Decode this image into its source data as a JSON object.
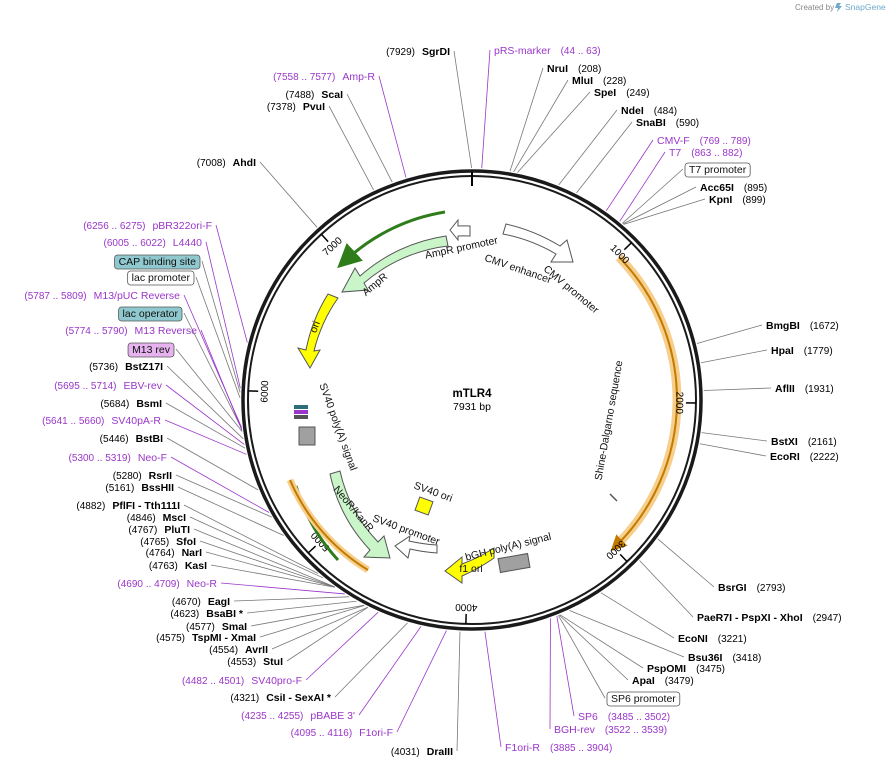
{
  "header": {
    "credit_prefix": "Created by",
    "credit_brand": "SnapGene"
  },
  "plasmid": {
    "name": "mTLR4",
    "size_label": "7931 bp",
    "length": 7931
  },
  "colors": {
    "backbone": "#1a1a1a",
    "primer": "#9a36c9",
    "promoter_fill": "#ffffff",
    "marker_fill": "#c9f5c9",
    "origin_fill": "#ffff00",
    "polyA_fill": "#a0a0a0",
    "orf_highlight": "#f7cf8c",
    "orf_arrow": "#c27a00"
  },
  "ruler_ticks": [
    {
      "pos": 1000,
      "label": "1000"
    },
    {
      "pos": 2000,
      "label": "2000"
    },
    {
      "pos": 3000,
      "label": "3000"
    },
    {
      "pos": 4000,
      "label": "4000"
    },
    {
      "pos": 5000,
      "label": "5000"
    },
    {
      "pos": 6000,
      "label": "6000"
    },
    {
      "pos": 7000,
      "label": "7000"
    }
  ],
  "features": [
    {
      "name": "CMV enhancer",
      "kind": "promoter"
    },
    {
      "name": "CMV promoter",
      "kind": "promoter"
    },
    {
      "name": "Shine-Dalgarno sequence",
      "kind": "misc"
    },
    {
      "name": "bGH poly(A) signal",
      "kind": "polyA"
    },
    {
      "name": "f1 ori",
      "kind": "origin"
    },
    {
      "name": "SV40 promoter",
      "kind": "promoter"
    },
    {
      "name": "NeoR/KanR",
      "kind": "marker"
    },
    {
      "name": "SV40 ori",
      "kind": "origin"
    },
    {
      "name": "SV40 poly(A) signal",
      "kind": "polyA"
    },
    {
      "name": "ori",
      "kind": "origin"
    },
    {
      "name": "AmpR",
      "kind": "marker"
    },
    {
      "name": "AmpR promoter",
      "kind": "promoter"
    }
  ],
  "right_labels": [
    {
      "kind": "site",
      "name": "NruI",
      "pos": "(208)"
    },
    {
      "kind": "site",
      "name": "MluI",
      "pos": "(228)"
    },
    {
      "kind": "site",
      "name": "SpeI",
      "pos": "(249)"
    },
    {
      "kind": "site",
      "name": "NdeI",
      "pos": "(484)"
    },
    {
      "kind": "site",
      "name": "SnaBI",
      "pos": "(590)"
    },
    {
      "kind": "primer",
      "name": "CMV-F",
      "pos": "(769 .. 789)"
    },
    {
      "kind": "primer",
      "name": "T7",
      "pos": "(863 .. 882)"
    },
    {
      "kind": "boxed",
      "name": "T7 promoter"
    },
    {
      "kind": "site",
      "name": "Acc65I",
      "pos": "(895)"
    },
    {
      "kind": "site",
      "name": "KpnI",
      "pos": "(899)"
    },
    {
      "kind": "site",
      "name": "BmgBI",
      "pos": "(1672)"
    },
    {
      "kind": "site",
      "name": "HpaI",
      "pos": "(1779)"
    },
    {
      "kind": "site",
      "name": "AflII",
      "pos": "(1931)"
    },
    {
      "kind": "site",
      "name": "BstXI",
      "pos": "(2161)"
    },
    {
      "kind": "site",
      "name": "EcoRI",
      "pos": "(2222)"
    },
    {
      "kind": "site",
      "name": "BsrGI",
      "pos": "(2793)"
    },
    {
      "kind": "site",
      "name": "PaeR7I   -  PspXI   -  XhoI",
      "pos": "(2947)"
    },
    {
      "kind": "site",
      "name": "EcoNI",
      "pos": "(3221)"
    },
    {
      "kind": "site",
      "name": "Bsu36I",
      "pos": "(3418)"
    },
    {
      "kind": "site",
      "name": "PspOMI",
      "pos": "(3475)"
    },
    {
      "kind": "site",
      "name": "ApaI",
      "pos": "(3479)"
    },
    {
      "kind": "boxed",
      "name": "SP6 promoter"
    },
    {
      "kind": "primer",
      "name": "SP6",
      "pos": "(3485 .. 3502)"
    },
    {
      "kind": "primer",
      "name": "BGH-rev",
      "pos": "(3522 .. 3539)"
    }
  ],
  "top_labels": [
    {
      "kind": "site",
      "name": "SgrDI",
      "pos": "(7929)"
    },
    {
      "kind": "primer",
      "name": "pRS-marker",
      "pos": "(44 .. 63)"
    },
    {
      "kind": "primer",
      "name": "Amp-R",
      "pos": "(7558 .. 7577)"
    },
    {
      "kind": "site",
      "name": "ScaI",
      "pos": "(7488)"
    },
    {
      "kind": "site",
      "name": "PvuI",
      "pos": "(7378)"
    },
    {
      "kind": "site",
      "name": "AhdI",
      "pos": "(7008)"
    }
  ],
  "left_labels": [
    {
      "kind": "primer",
      "name": "pBR322ori-F",
      "pos": "(6256 .. 6275)"
    },
    {
      "kind": "primer",
      "name": "L4440",
      "pos": "(6005 .. 6022)"
    },
    {
      "kind": "boxed-teal",
      "name": "CAP binding site"
    },
    {
      "kind": "boxed",
      "name": "lac promoter"
    },
    {
      "kind": "primer",
      "name": "M13/pUC Reverse",
      "pos": "(5787 .. 5809)"
    },
    {
      "kind": "boxed-teal",
      "name": "lac operator"
    },
    {
      "kind": "primer",
      "name": "M13 Reverse",
      "pos": "(5774 .. 5790)"
    },
    {
      "kind": "boxed-purple",
      "name": "M13 rev"
    },
    {
      "kind": "site",
      "name": "BstZ17I",
      "pos": "(5736)"
    },
    {
      "kind": "primer",
      "name": "EBV-rev",
      "pos": "(5695 .. 5714)"
    },
    {
      "kind": "site",
      "name": "BsmI",
      "pos": "(5684)"
    },
    {
      "kind": "primer",
      "name": "SV40pA-R",
      "pos": "(5641 .. 5660)"
    },
    {
      "kind": "site",
      "name": "BstBI",
      "pos": "(5446)"
    },
    {
      "kind": "primer",
      "name": "Neo-F",
      "pos": "(5300 .. 5319)"
    },
    {
      "kind": "site",
      "name": "RsrII",
      "pos": "(5280)"
    },
    {
      "kind": "site",
      "name": "BssHII",
      "pos": "(5161)"
    },
    {
      "kind": "site",
      "name": "PflFI   -  Tth111I",
      "pos": "(4882)"
    },
    {
      "kind": "site",
      "name": "MscI",
      "pos": "(4846)"
    },
    {
      "kind": "site",
      "name": "PluTI",
      "pos": "(4767)"
    },
    {
      "kind": "site",
      "name": "SfoI",
      "pos": "(4765)"
    },
    {
      "kind": "site",
      "name": "NarI",
      "pos": "(4764)"
    },
    {
      "kind": "site",
      "name": "KasI",
      "pos": "(4763)"
    },
    {
      "kind": "primer",
      "name": "Neo-R",
      "pos": "(4690 .. 4709)"
    },
    {
      "kind": "site",
      "name": "EagI",
      "pos": "(4670)"
    },
    {
      "kind": "site",
      "name": "BsaBI  *",
      "pos": "(4623)"
    },
    {
      "kind": "site",
      "name": "SmaI",
      "pos": "(4577)"
    },
    {
      "kind": "site",
      "name": "TspMI   -  XmaI",
      "pos": "(4575)"
    },
    {
      "kind": "site",
      "name": "AvrII",
      "pos": "(4554)"
    },
    {
      "kind": "site",
      "name": "StuI",
      "pos": "(4553)"
    },
    {
      "kind": "primer",
      "name": "SV40pro-F",
      "pos": "(4482 .. 4501)"
    },
    {
      "kind": "site",
      "name": "CsiI   -  SexAI  *",
      "pos": "(4321)"
    },
    {
      "kind": "primer",
      "name": "pBABE 3'",
      "pos": "(4235 .. 4255)"
    },
    {
      "kind": "primer",
      "name": "F1ori-F",
      "pos": "(4095 .. 4116)"
    },
    {
      "kind": "site",
      "name": "DraIII",
      "pos": "(4031)"
    }
  ],
  "bottom_labels": [
    {
      "kind": "primer",
      "name": "F1ori-R",
      "pos": "(3885 .. 3904)"
    }
  ]
}
